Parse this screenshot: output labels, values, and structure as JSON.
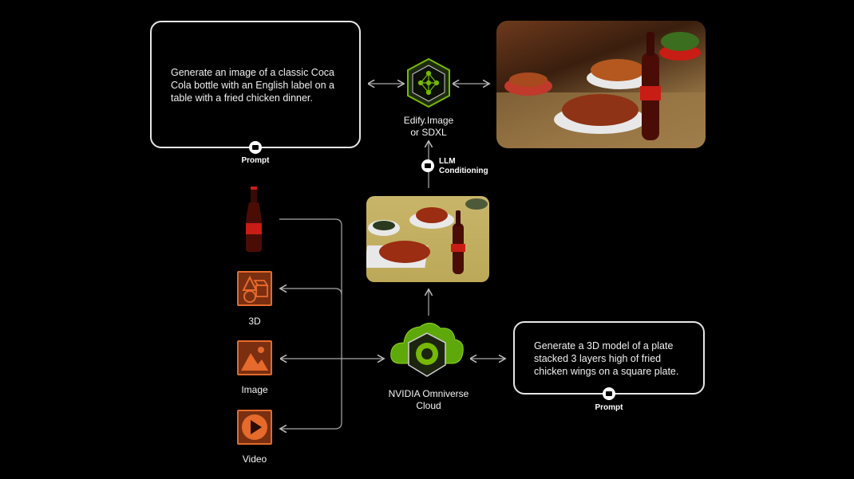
{
  "prompt_top": {
    "text": "Generate an image of a classic Coca Cola bottle with an English label on a table with a fried chicken dinner.",
    "label": "Prompt"
  },
  "generator": {
    "label_line1": "Edify.Image",
    "label_line2": "or SDXL"
  },
  "conditioning": {
    "label_line1": "LLM",
    "label_line2": "Conditioning"
  },
  "omniverse": {
    "label_line1": "NVIDIA Omniverse",
    "label_line2": "Cloud"
  },
  "prompt_bottom": {
    "text": "Generate a 3D model of a plate stacked 3 layers high of fried chicken wings on a square plate.",
    "label": "Prompt"
  },
  "outputs": [
    {
      "label": "3D",
      "icon": "shapes-3d-icon"
    },
    {
      "label": "Image",
      "icon": "image-icon"
    },
    {
      "label": "Video",
      "icon": "play-icon"
    }
  ],
  "colors": {
    "nvidia_green": "#76b900",
    "media_orange": "#e56a2c",
    "background": "#000000"
  }
}
